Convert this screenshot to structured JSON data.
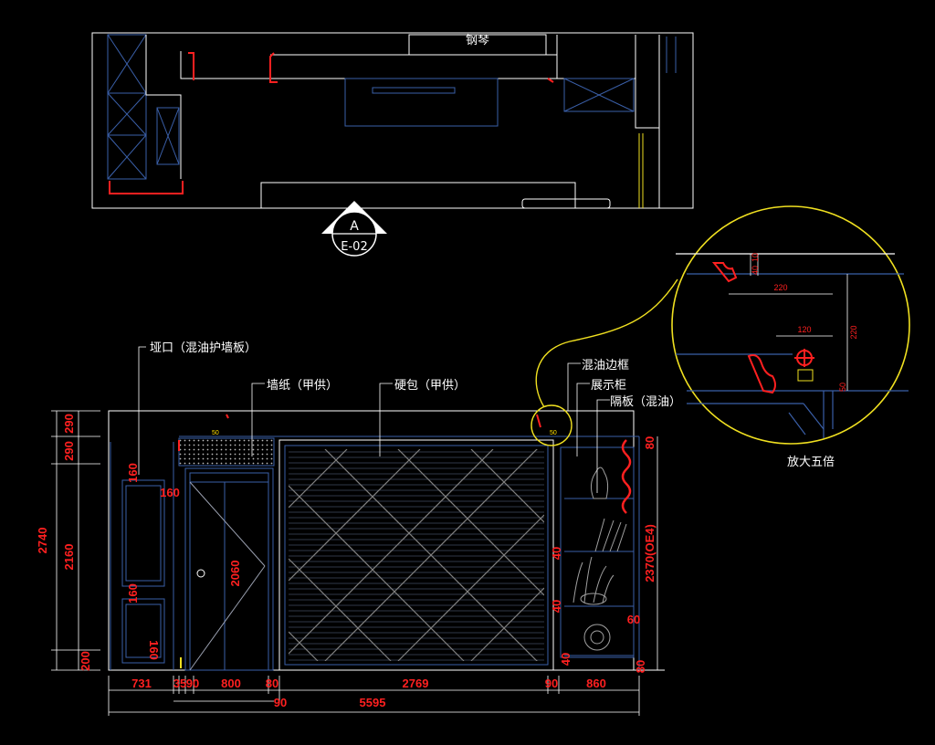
{
  "plan": {
    "room_label": "钢琴"
  },
  "section_marker": {
    "letter": "A",
    "sheet": "E-02"
  },
  "annotations": {
    "skirting": "垭口（混油护墙板）",
    "wallpaper": "墙纸（甲供）",
    "hard_panel": "硬包（甲供）",
    "frame": "混油边框",
    "display_cabinet": "展示柜",
    "shelf": "隔板（混油）"
  },
  "detail": {
    "caption": "放大五倍",
    "dims": {
      "d40": "40",
      "d10": "10",
      "d220a": "220",
      "d120": "120",
      "d220b": "220",
      "d50": "50"
    }
  },
  "dimensions": {
    "bottom": {
      "d731": "731",
      "d35": "35",
      "d90a": "90",
      "d800": "800",
      "d80": "80",
      "d2769": "2769",
      "d90b": "90",
      "d860": "860",
      "d90c": "90",
      "d5595": "5595"
    },
    "left": {
      "d2740": "2740",
      "d290a": "290",
      "d290b": "290",
      "d2160": "2160",
      "d200": "200"
    },
    "inner": {
      "d160a": "160",
      "d160b": "160",
      "d160c": "160",
      "d160d": "160",
      "d2060": "2060",
      "d40a": "40",
      "d40b": "40",
      "d40c": "40",
      "d60": "60",
      "d80a": "80",
      "d80b": "80",
      "d2370": "2370(OE4)"
    }
  },
  "colors": {
    "background": "#000000",
    "line_white": "#ffffff",
    "line_blue": "#3a5fa8",
    "dimension_red": "#ff2020",
    "detail_circle": "#f0e020"
  }
}
